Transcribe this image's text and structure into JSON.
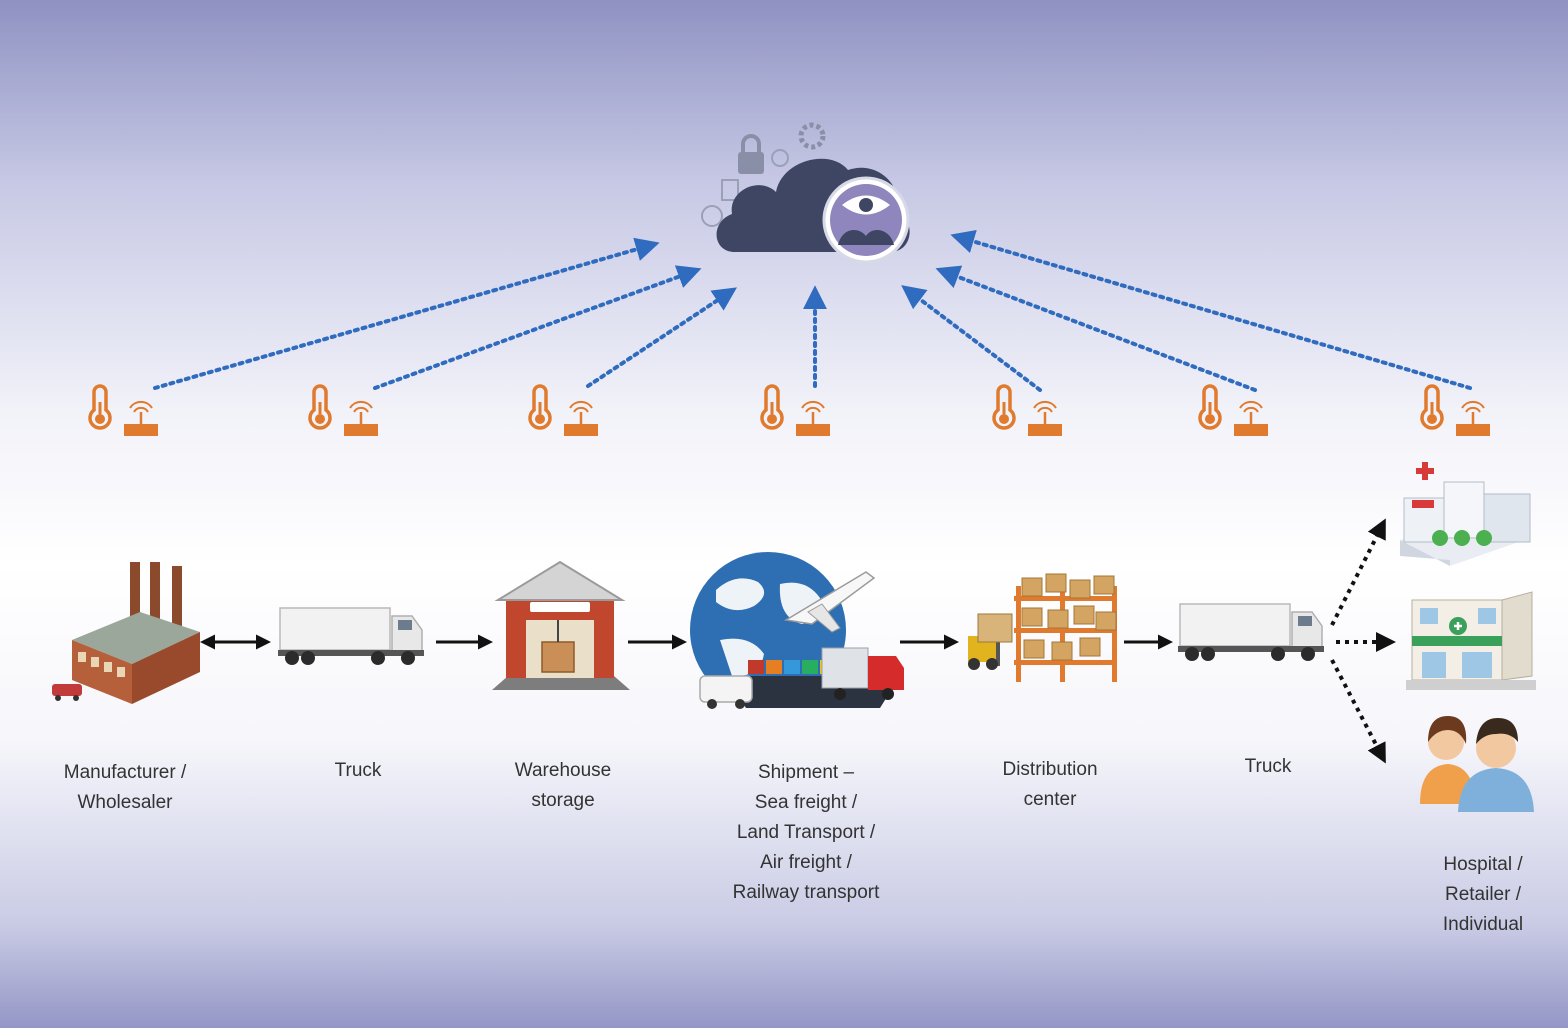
{
  "colors": {
    "sensor": "#e07a2e",
    "link": "#2f6bbf",
    "flow": "#111111",
    "cloud": "#3f4663",
    "text": "#333333"
  },
  "cloud": {
    "icon": "cloud-monitoring-icon"
  },
  "sensors": {
    "count": 7,
    "icon": "thermometer-transmitter-icon"
  },
  "stages": [
    {
      "icon": "factory-icon",
      "lines": [
        "Manufacturer /",
        "Wholesaler"
      ]
    },
    {
      "icon": "truck-icon",
      "lines": [
        "Truck"
      ]
    },
    {
      "icon": "warehouse-icon",
      "lines": [
        "Warehouse",
        "storage"
      ]
    },
    {
      "icon": "globe-transport-icon",
      "lines": [
        "Shipment –",
        "Sea freight /",
        "Land Transport /",
        "Air freight /",
        "Railway transport"
      ]
    },
    {
      "icon": "distribution-shelves-icon",
      "lines": [
        "Distribution",
        "center"
      ]
    },
    {
      "icon": "truck-icon",
      "lines": [
        "Truck"
      ]
    },
    {
      "icon": "destination-group-icon",
      "lines": [
        "Hospital /",
        "Retailer /",
        "Individual"
      ]
    }
  ],
  "destinations": [
    "hospital-building-icon",
    "pharmacy-building-icon",
    "people-icon"
  ]
}
